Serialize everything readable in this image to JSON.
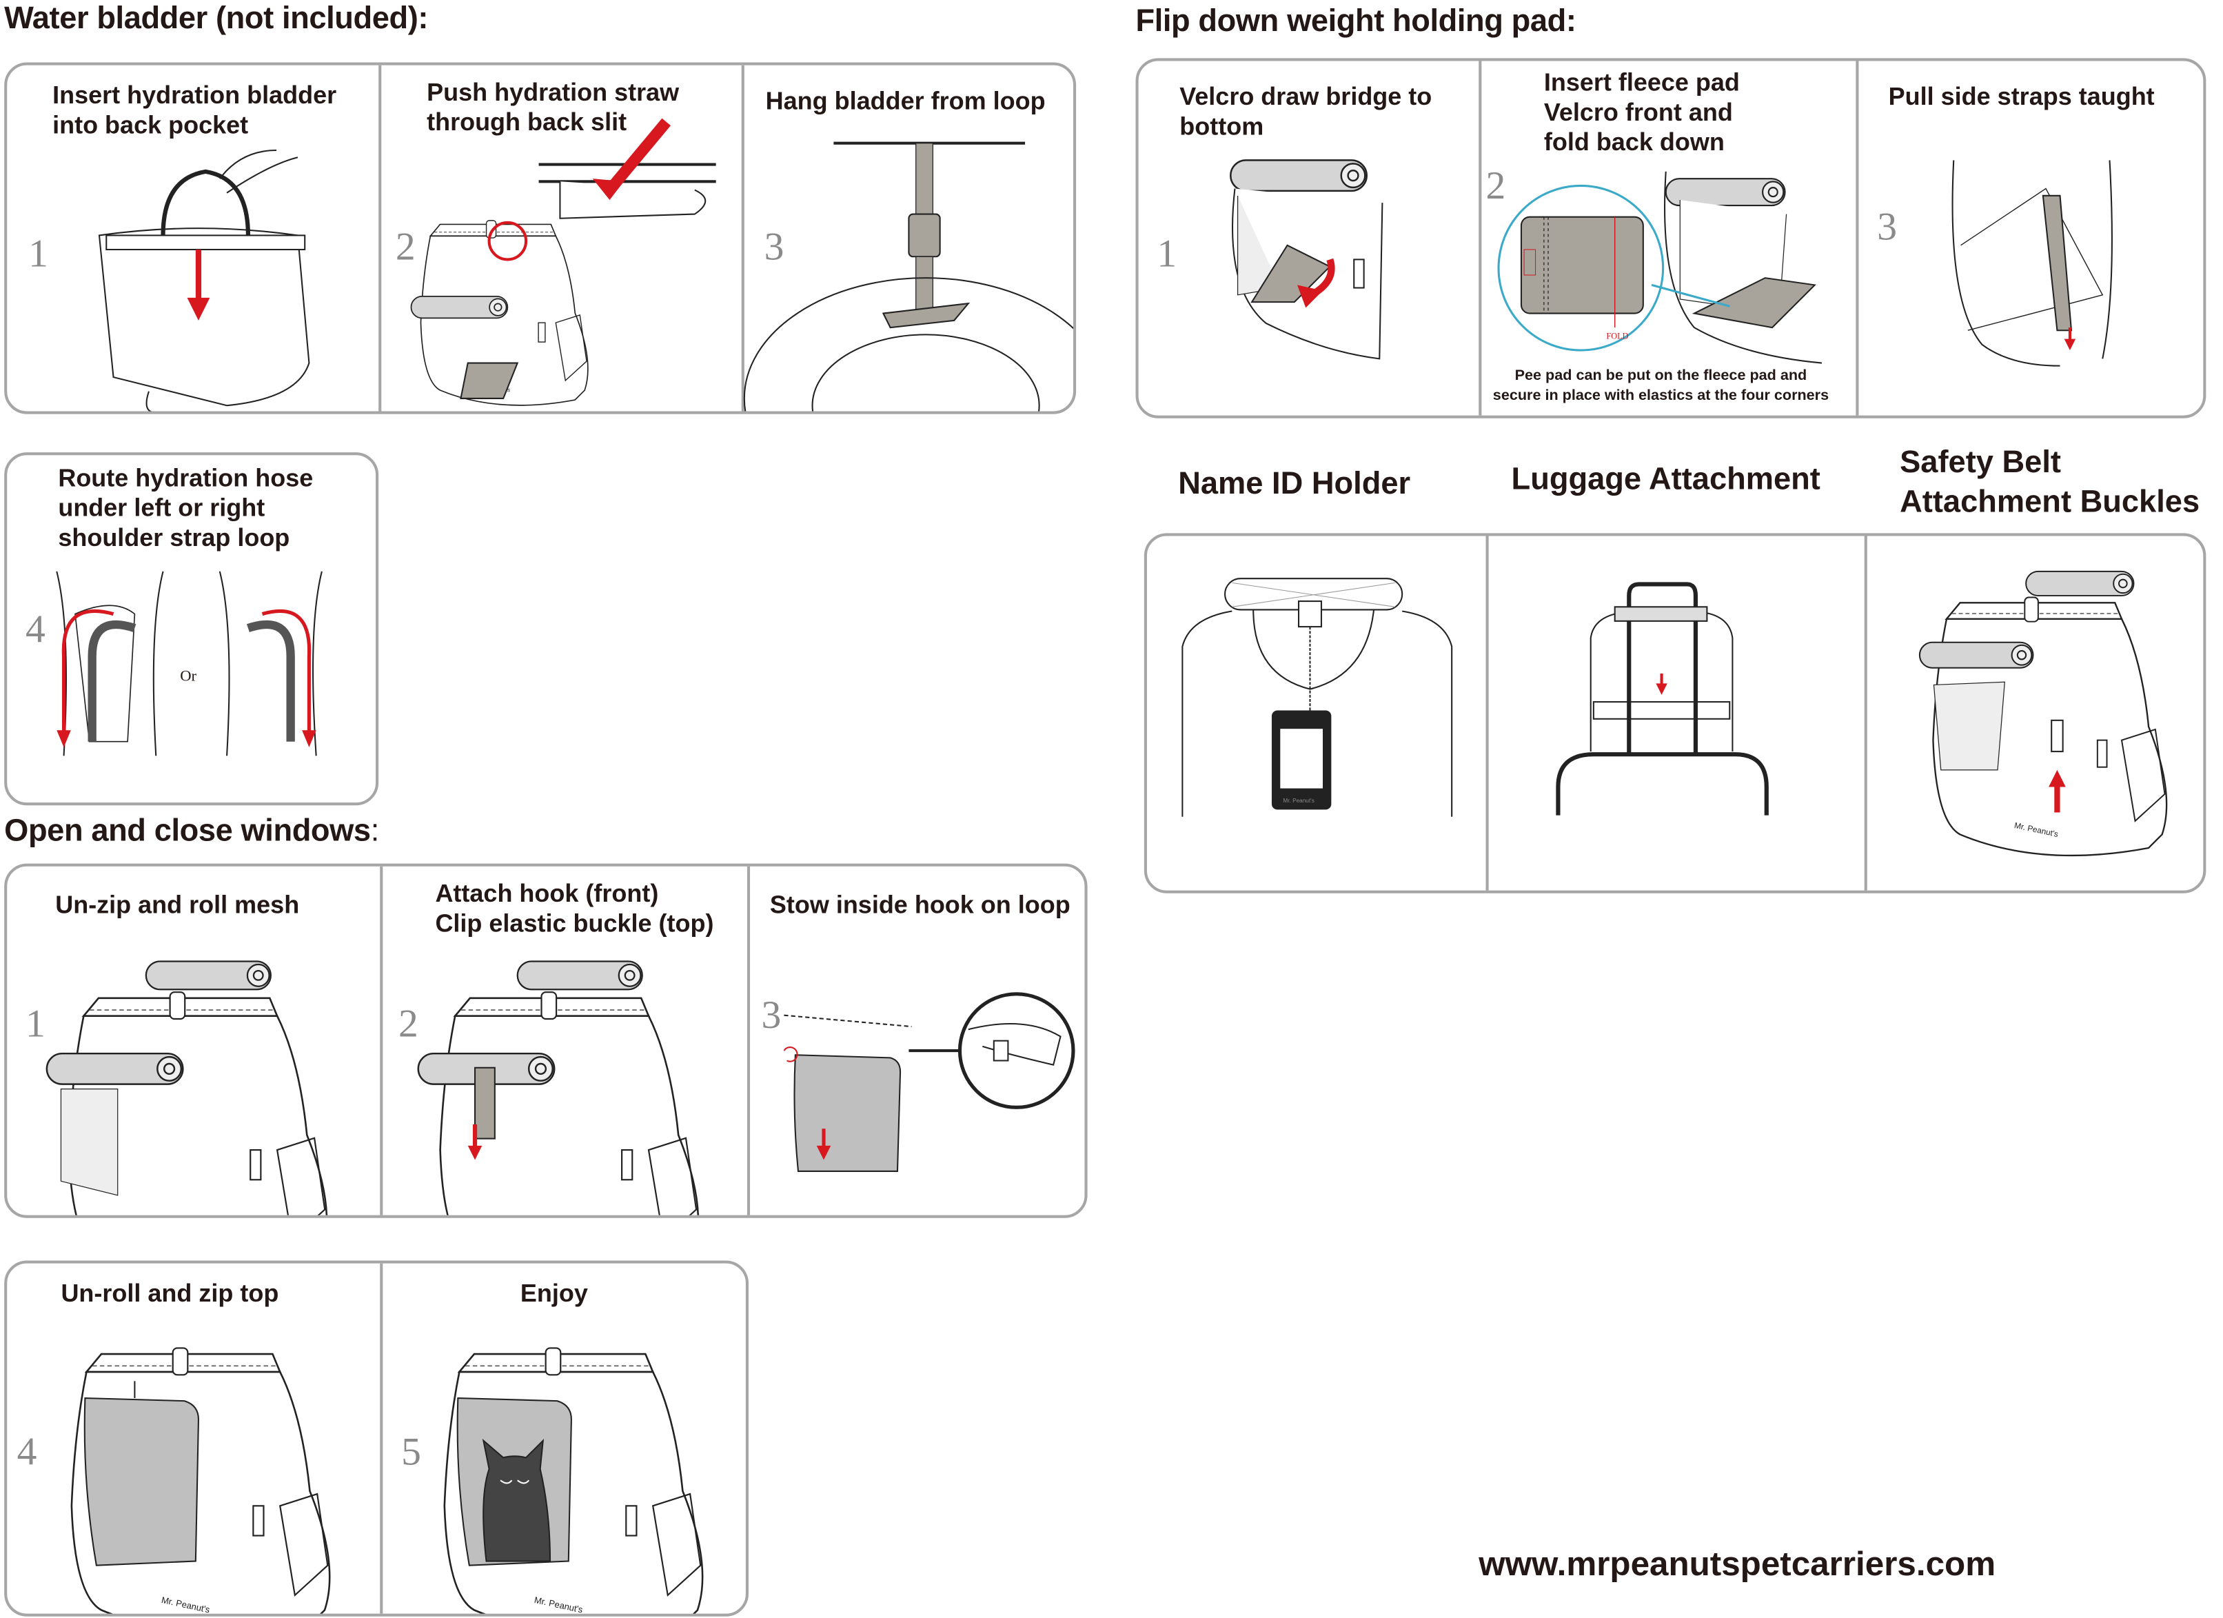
{
  "water_bladder": {
    "heading": "Water bladder (not included):",
    "steps": [
      {
        "number": "1",
        "text_lines": [
          "Insert hydration bladder",
          "into back pocket"
        ]
      },
      {
        "number": "2",
        "text_lines": [
          "Push hydration straw",
          "through back slit"
        ]
      },
      {
        "number": "3",
        "text_lines": [
          "Hang bladder from loop"
        ]
      },
      {
        "number": "4",
        "text_lines": [
          "Route hydration hose",
          "under left or right",
          "shoulder strap loop"
        ],
        "or_label": "Or"
      }
    ]
  },
  "windows": {
    "heading": "Open and close windows",
    "heading_suffix": ":",
    "steps": [
      {
        "number": "1",
        "text_lines": [
          "Un-zip and roll mesh"
        ]
      },
      {
        "number": "2",
        "text_lines": [
          "Attach hook (front)",
          "Clip elastic buckle (top)"
        ]
      },
      {
        "number": "3",
        "text_lines": [
          "Stow inside hook on loop"
        ]
      },
      {
        "number": "4",
        "text_lines": [
          "Un-roll and zip top"
        ]
      },
      {
        "number": "5",
        "text_lines": [
          "Enjoy"
        ]
      }
    ]
  },
  "weight_pad": {
    "heading": "Flip down weight holding pad:",
    "steps": [
      {
        "number": "1",
        "text_lines": [
          "Velcro draw bridge to",
          "bottom"
        ]
      },
      {
        "number": "2",
        "text_lines": [
          "Insert fleece pad",
          "Velcro front and",
          "fold back down"
        ],
        "fold_label": "FOLD",
        "caption_lines": [
          "Pee pad can be put on the fleece pad and",
          "secure in place with elastics at the four corners"
        ]
      },
      {
        "number": "3",
        "text_lines": [
          "Pull side straps taught"
        ]
      }
    ]
  },
  "features": [
    {
      "text_lines": [
        "Name ID Holder"
      ],
      "brand_mark": "Mr. Peanut's"
    },
    {
      "text_lines": [
        "Luggage Attachment"
      ]
    },
    {
      "text_lines": [
        "Safety Belt",
        "Attachment Buckles"
      ]
    }
  ],
  "brand_mark": "Mr. Peanut's",
  "website": "www.mrpeanutspetcarriers.com",
  "colors": {
    "accent_red": "#d7191f",
    "border_gray": "#a6a6a6",
    "pad_gray": "#a8a39b",
    "callout_blue": "#3aaac8"
  }
}
